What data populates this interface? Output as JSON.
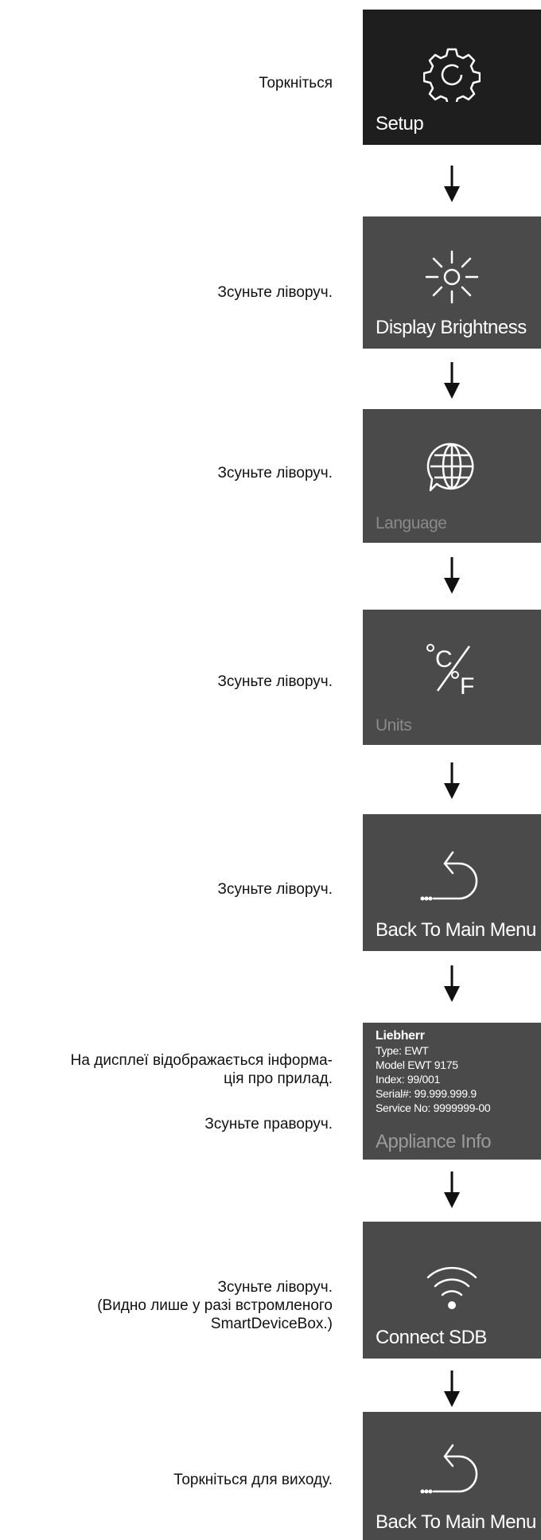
{
  "steps": [
    {
      "instruction": "Торкніться",
      "label": "Setup",
      "icon": "gear-icon"
    },
    {
      "instruction": "Зсуньте ліворуч.",
      "label": "Display Brightness",
      "icon": "sun-icon"
    },
    {
      "instruction": "Зсуньте ліворуч.",
      "label": "Language",
      "icon": "globe-chat-icon"
    },
    {
      "instruction": "Зсуньте ліворуч.",
      "label": "Units",
      "icon": "celsius-fahrenheit-icon"
    },
    {
      "instruction": "Зсуньте ліворуч.",
      "label": "Back To Main Menu",
      "icon": "back-arrow-icon"
    },
    {
      "instruction_lines": [
        "На дисплеї відображається інформа-",
        "ція про прилад."
      ],
      "instruction_extra": "Зсуньте праворуч.",
      "info": {
        "brand": "Liebherr",
        "type": "Type: EWT",
        "model": "Model EWT 9175",
        "index": "Index: 99/001",
        "serial": "Serial#: 99.999.999.9",
        "service": "Service No: 9999999-00"
      },
      "label": "Appliance Info"
    },
    {
      "instruction_lines": [
        "Зсуньте ліворуч.",
        "(Видно лише у разі встромленого",
        "SmartDeviceBox.)"
      ],
      "label": "Connect SDB",
      "icon": "wifi-icon"
    },
    {
      "instruction": "Торкніться для виходу.",
      "label": "Back To Main Menu",
      "icon": "back-arrow-icon"
    }
  ],
  "colors": {
    "panel_dark": "#1e1e1e",
    "panel_grey": "#4a4a4a",
    "text_dim": "#8a8a8a"
  }
}
